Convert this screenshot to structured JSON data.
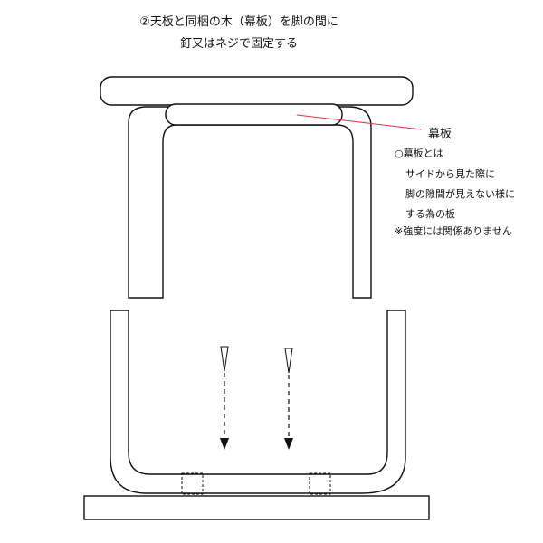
{
  "instruction": {
    "line1": "②天板と同梱の木（幕板）を脚の間に",
    "line2": "釘又はネジで固定する"
  },
  "callout": {
    "label": "幕板",
    "notes": [
      "○幕板とは",
      "サイドから見た際に",
      "脚の隙間が見えない様に",
      "する為の板",
      "※強度には関係ありません"
    ]
  },
  "colors": {
    "line": "#111111",
    "leader": "#e0304a",
    "background": "#ffffff"
  }
}
